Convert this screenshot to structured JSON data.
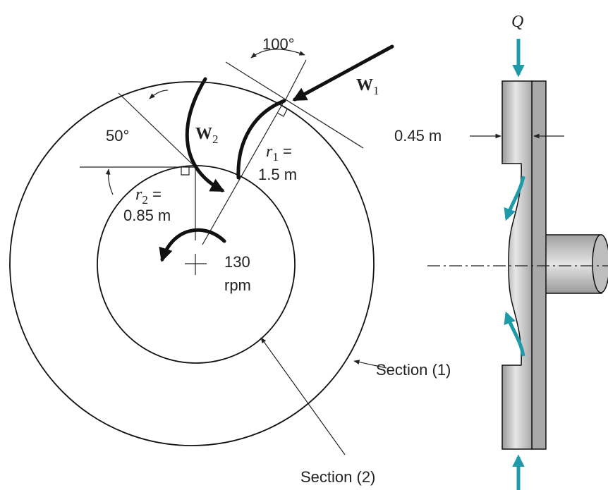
{
  "labels": {
    "angle_100": "100°",
    "w1_main": "W",
    "w1_sub": "1",
    "w2_main": "W",
    "w2_sub": "2",
    "angle_50": "50°",
    "r1_line1_main": "r",
    "r1_line1_sub": "1",
    "r1_line1_eq": " =",
    "r1_line2": "1.5 m",
    "r2_line1_main": "r",
    "r2_line1_sub": "2",
    "r2_line1_eq": " =",
    "r2_line2": "0.85 m",
    "speed_value": "130",
    "speed_unit": "rpm",
    "section1": "Section (1)",
    "section2": "Section (2)",
    "flow_label": "Q",
    "width_label": "0.45 m"
  },
  "colors": {
    "flow_arrow": "#1e9aa8",
    "line": "#111111",
    "rotor_fill": "#c9c9c9"
  }
}
